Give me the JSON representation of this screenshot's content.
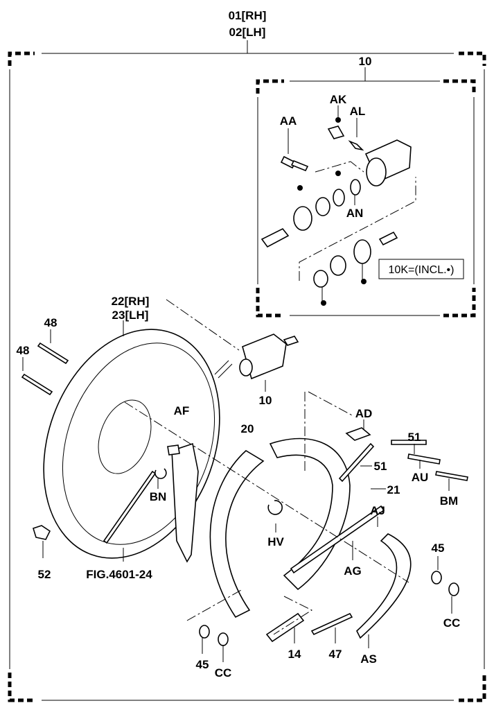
{
  "assembly_labels": {
    "rh": "01[RH]",
    "lh": "02[LH]"
  },
  "inset": {
    "label": "10",
    "parts": {
      "aa": "AA",
      "ak": "AK",
      "al": "AL",
      "an": "AN"
    },
    "kit_note": "10K=(INCL.•)"
  },
  "parts": {
    "backing_plate_rh": "22[RH]",
    "backing_plate_lh": "23[LH]",
    "bolt_a": "48",
    "bolt_b": "48",
    "wheel_cylinder": "10",
    "ad": "AD",
    "spring_51_a": "51",
    "af": "AF",
    "shoe_20": "20",
    "spring_51_b": "51",
    "au": "AU",
    "shoe_21": "21",
    "bm": "BM",
    "aj": "AJ",
    "bn": "BN",
    "hv": "HV",
    "ag": "AG",
    "spring_45_a": "45",
    "plug_52": "52",
    "fig_ref": "FIG.4601-24",
    "cap_cc_a": "CC",
    "adjuster_14": "14",
    "spring_47": "47",
    "as": "AS",
    "spring_45_b": "45",
    "cap_cc_b": "CC"
  }
}
